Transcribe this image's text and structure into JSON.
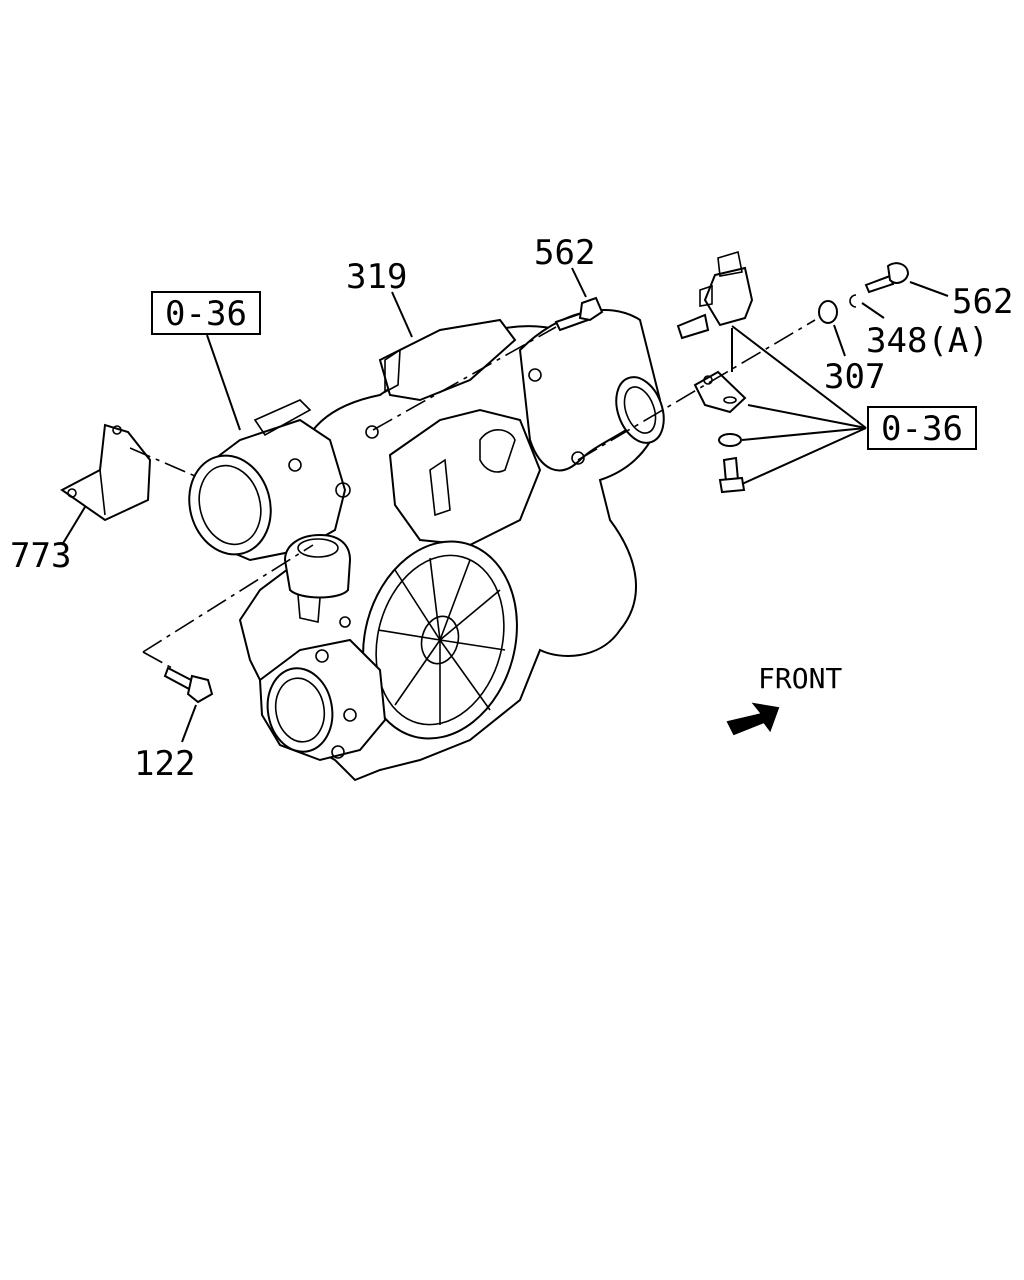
{
  "labels": {
    "ref_box_left": "0-36",
    "ref_box_right": "0-36",
    "part_319": "319",
    "part_562_top": "562",
    "part_562_right": "562",
    "part_348a": "348(A)",
    "part_307": "307",
    "part_773": "773",
    "part_122": "122",
    "front": "FRONT"
  },
  "icons": {
    "front_arrow": "arrow-up-right-icon"
  }
}
